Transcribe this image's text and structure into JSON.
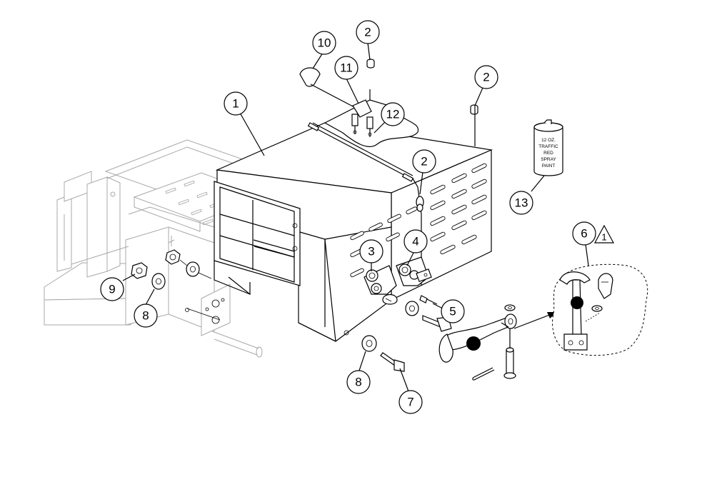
{
  "callouts": {
    "c1": "1",
    "c2a": "2",
    "c2b": "2",
    "c2c": "2",
    "c3": "3",
    "c4": "4",
    "c5": "5",
    "c6": "6",
    "c7": "7",
    "c8a": "8",
    "c8b": "8",
    "c9": "9",
    "c10": "10",
    "c11": "11",
    "c12": "12",
    "c13": "13"
  },
  "warning_mark": "1",
  "paint_can": {
    "line1": "12 OZ.",
    "line2": "TRAFFIC",
    "line3": "RED",
    "line4": "SPRAY",
    "line5": "PAINT"
  },
  "colors": {
    "line": "#000000",
    "ghost": "#a8a8a8",
    "background": "#ffffff"
  }
}
